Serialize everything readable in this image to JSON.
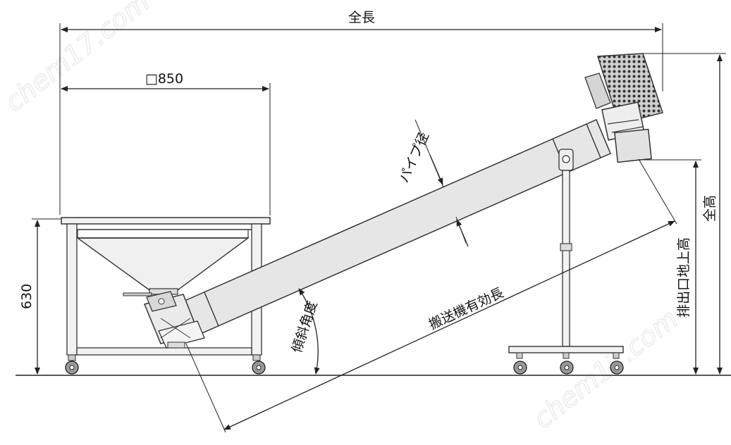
{
  "labels": {
    "overall_length": "全長",
    "hopper_size": "□850",
    "table_height": "630",
    "pipe_diameter": "パイプ径",
    "effective_length": "搬送機有効長",
    "incline_angle": "傾斜角度",
    "discharge_height": "排出口地上高",
    "overall_height": "全高"
  },
  "watermarks": [
    "chem17.com",
    "chem17.com"
  ],
  "colors": {
    "line": "#222222",
    "fill": "#e6e6e6",
    "dark_fill": "#444444"
  }
}
